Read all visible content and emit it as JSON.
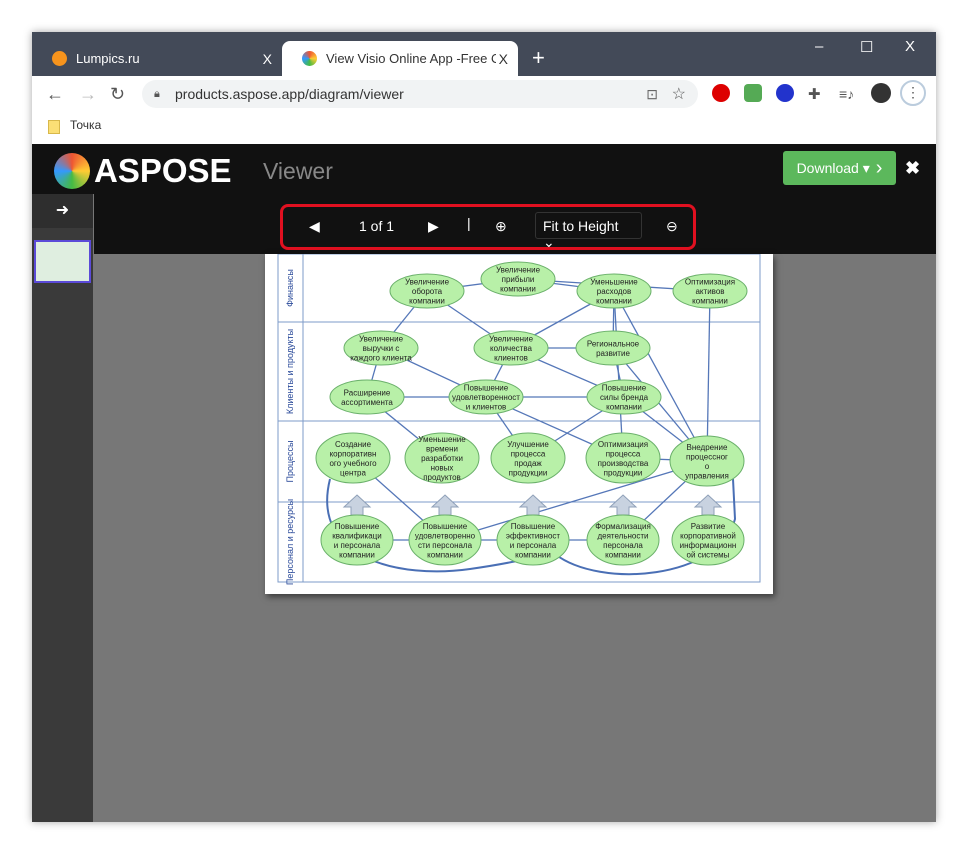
{
  "browser": {
    "tabs": [
      {
        "title": "Lumpics.ru",
        "close": "X"
      },
      {
        "title": "View Visio Online App -Free Onli",
        "close": "X"
      }
    ],
    "new_tab": "+",
    "window_controls": {
      "minimize": "–",
      "maximize": "☐",
      "close": "X"
    },
    "url": "products.aspose.app/diagram/viewer",
    "bookmarks": [
      {
        "label": "Точка"
      }
    ]
  },
  "app": {
    "logo": "ASPOSE",
    "title": "Viewer",
    "download": "Download ▾",
    "close": "✖",
    "sidebar_toggle": "➜"
  },
  "toolbar": {
    "page_indicator": "1 of 1",
    "separator": "|",
    "zoom_mode": "Fit to Height ⌄"
  },
  "diagram": {
    "lanes": [
      "Финансы",
      "Клиенты и продукты",
      "Процессы",
      "Персонал и ресурсы"
    ],
    "nodes": [
      [
        "Увеличение",
        "оборота",
        "компании"
      ],
      [
        "Увеличение",
        "прибыли",
        "компании"
      ],
      [
        "Уменьшение",
        "расходов",
        "компании"
      ],
      [
        "Оптимизация",
        "активов",
        "компании"
      ],
      [
        "Увеличение",
        "выручки с",
        "каждого клиента"
      ],
      [
        "Увеличение",
        "количества",
        "клиентов"
      ],
      [
        "Региональное",
        "развитие"
      ],
      [
        "Расширение",
        "ассортимента"
      ],
      [
        "Повышение",
        "удовлетворенност",
        "и клиентов"
      ],
      [
        "Повышение",
        "силы бренда",
        "компании"
      ],
      [
        "Создание",
        "корпоративн",
        "ого учебного",
        "центра"
      ],
      [
        "Уменьшение",
        "времени",
        "разработки",
        "новых",
        "продуктов"
      ],
      [
        "Улучшение",
        "процесса",
        "продаж",
        "продукции"
      ],
      [
        "Оптимизация",
        "процесса",
        "производства",
        "продукции"
      ],
      [
        "Внедрение",
        "процессног",
        "о",
        "управления"
      ],
      [
        "Повышение",
        "квалификаци",
        "и персонала",
        "компании"
      ],
      [
        "Повышение",
        "удовлетворенно",
        "сти персонала",
        "компании"
      ],
      [
        "Повышение",
        "эффективност",
        "и персонала",
        "компании"
      ],
      [
        "Формализация",
        "деятельности",
        "персонала",
        "компании"
      ],
      [
        "Развитие",
        "корпоративной",
        "информационн",
        "ой системы"
      ]
    ]
  }
}
